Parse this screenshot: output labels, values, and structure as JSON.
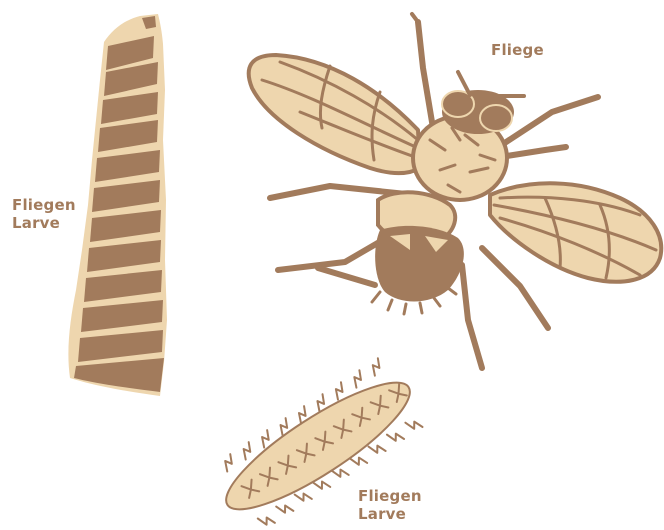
{
  "colors": {
    "dark": "#a27b5c",
    "light": "#eed6ae",
    "label": "#a27b5c",
    "background": "#ffffff"
  },
  "labels": {
    "fly": "Fliege",
    "larva_a_line1": "Fliegen",
    "larva_a_line2": "Larve",
    "larva_b_line1": "Fliegen",
    "larva_b_line2": "Larve"
  },
  "figures": [
    "fly-illustration",
    "maggot-larva-illustration",
    "spiny-larva-illustration"
  ]
}
